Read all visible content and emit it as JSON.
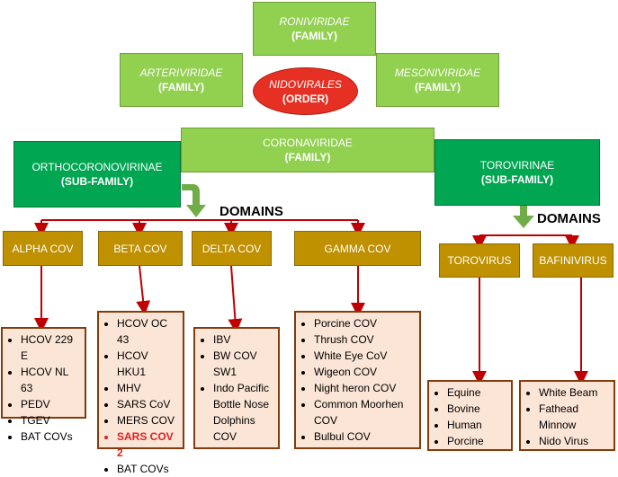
{
  "order": {
    "name": "NIDOVIRALES",
    "rank": "(ORDER)"
  },
  "families": {
    "roniviridae": {
      "name": "RONIVIRIDAE",
      "rank": "(FAMILY)"
    },
    "arteriviridae": {
      "name": "ARTERIVIRIDAE",
      "rank": "(FAMILY)"
    },
    "mesoniviridae": {
      "name": "MESONIVIRIDAE",
      "rank": "(FAMILY)"
    },
    "coronaviridae": {
      "name": "CORONAVIRIDAE",
      "rank": "(FAMILY)"
    }
  },
  "subfamilies": {
    "orthocoronavirinae": {
      "name": "ORTHOCORONOVIRINAE",
      "rank": "(SUB-FAMILY)"
    },
    "torovirinae": {
      "name": "TOROVIRINAE",
      "rank": "(SUB-FAMILY)"
    }
  },
  "domains_label": "DOMAINS",
  "genera": {
    "alpha": {
      "name": "ALPHA COV",
      "members": [
        "HCOV 229 E",
        "HCOV NL 63",
        "PEDV",
        "TGEV",
        "BAT COVs"
      ]
    },
    "beta": {
      "name": "BETA COV",
      "members": [
        "HCOV OC 43",
        "HCOV HKU1",
        "MHV",
        "SARS CoV",
        "MERS COV",
        "SARS COV 2",
        "BAT COVs"
      ],
      "highlight": "SARS COV 2",
      "highlight_color": "#e02020"
    },
    "delta": {
      "name": "DELTA COV",
      "members": [
        "IBV",
        "BW COV SW1",
        "Indo Pacific Bottle Nose Dolphins COV"
      ]
    },
    "gamma": {
      "name": "GAMMA COV",
      "members": [
        "Porcine COV",
        "Thrush COV",
        "White Eye CoV",
        "Wigeon COV",
        "Night heron COV",
        "Common Moorhen COV",
        "Bulbul COV"
      ]
    },
    "torovirus": {
      "name": "TOROVIRUS",
      "members": [
        "Equine",
        "Bovine",
        "Human",
        "Porcine"
      ]
    },
    "bafinivirus": {
      "name": "BAFINIVIRUS",
      "members": [
        "White Beam",
        "Fathead Minnow",
        "Nido Virus"
      ]
    }
  },
  "colors": {
    "family": "#92d050",
    "subfamily": "#00a651",
    "order": "#e53023",
    "genus": "#bf9000",
    "list_bg": "#fbe5d6",
    "connector": "#c00000",
    "arrow": "#70ad47"
  }
}
